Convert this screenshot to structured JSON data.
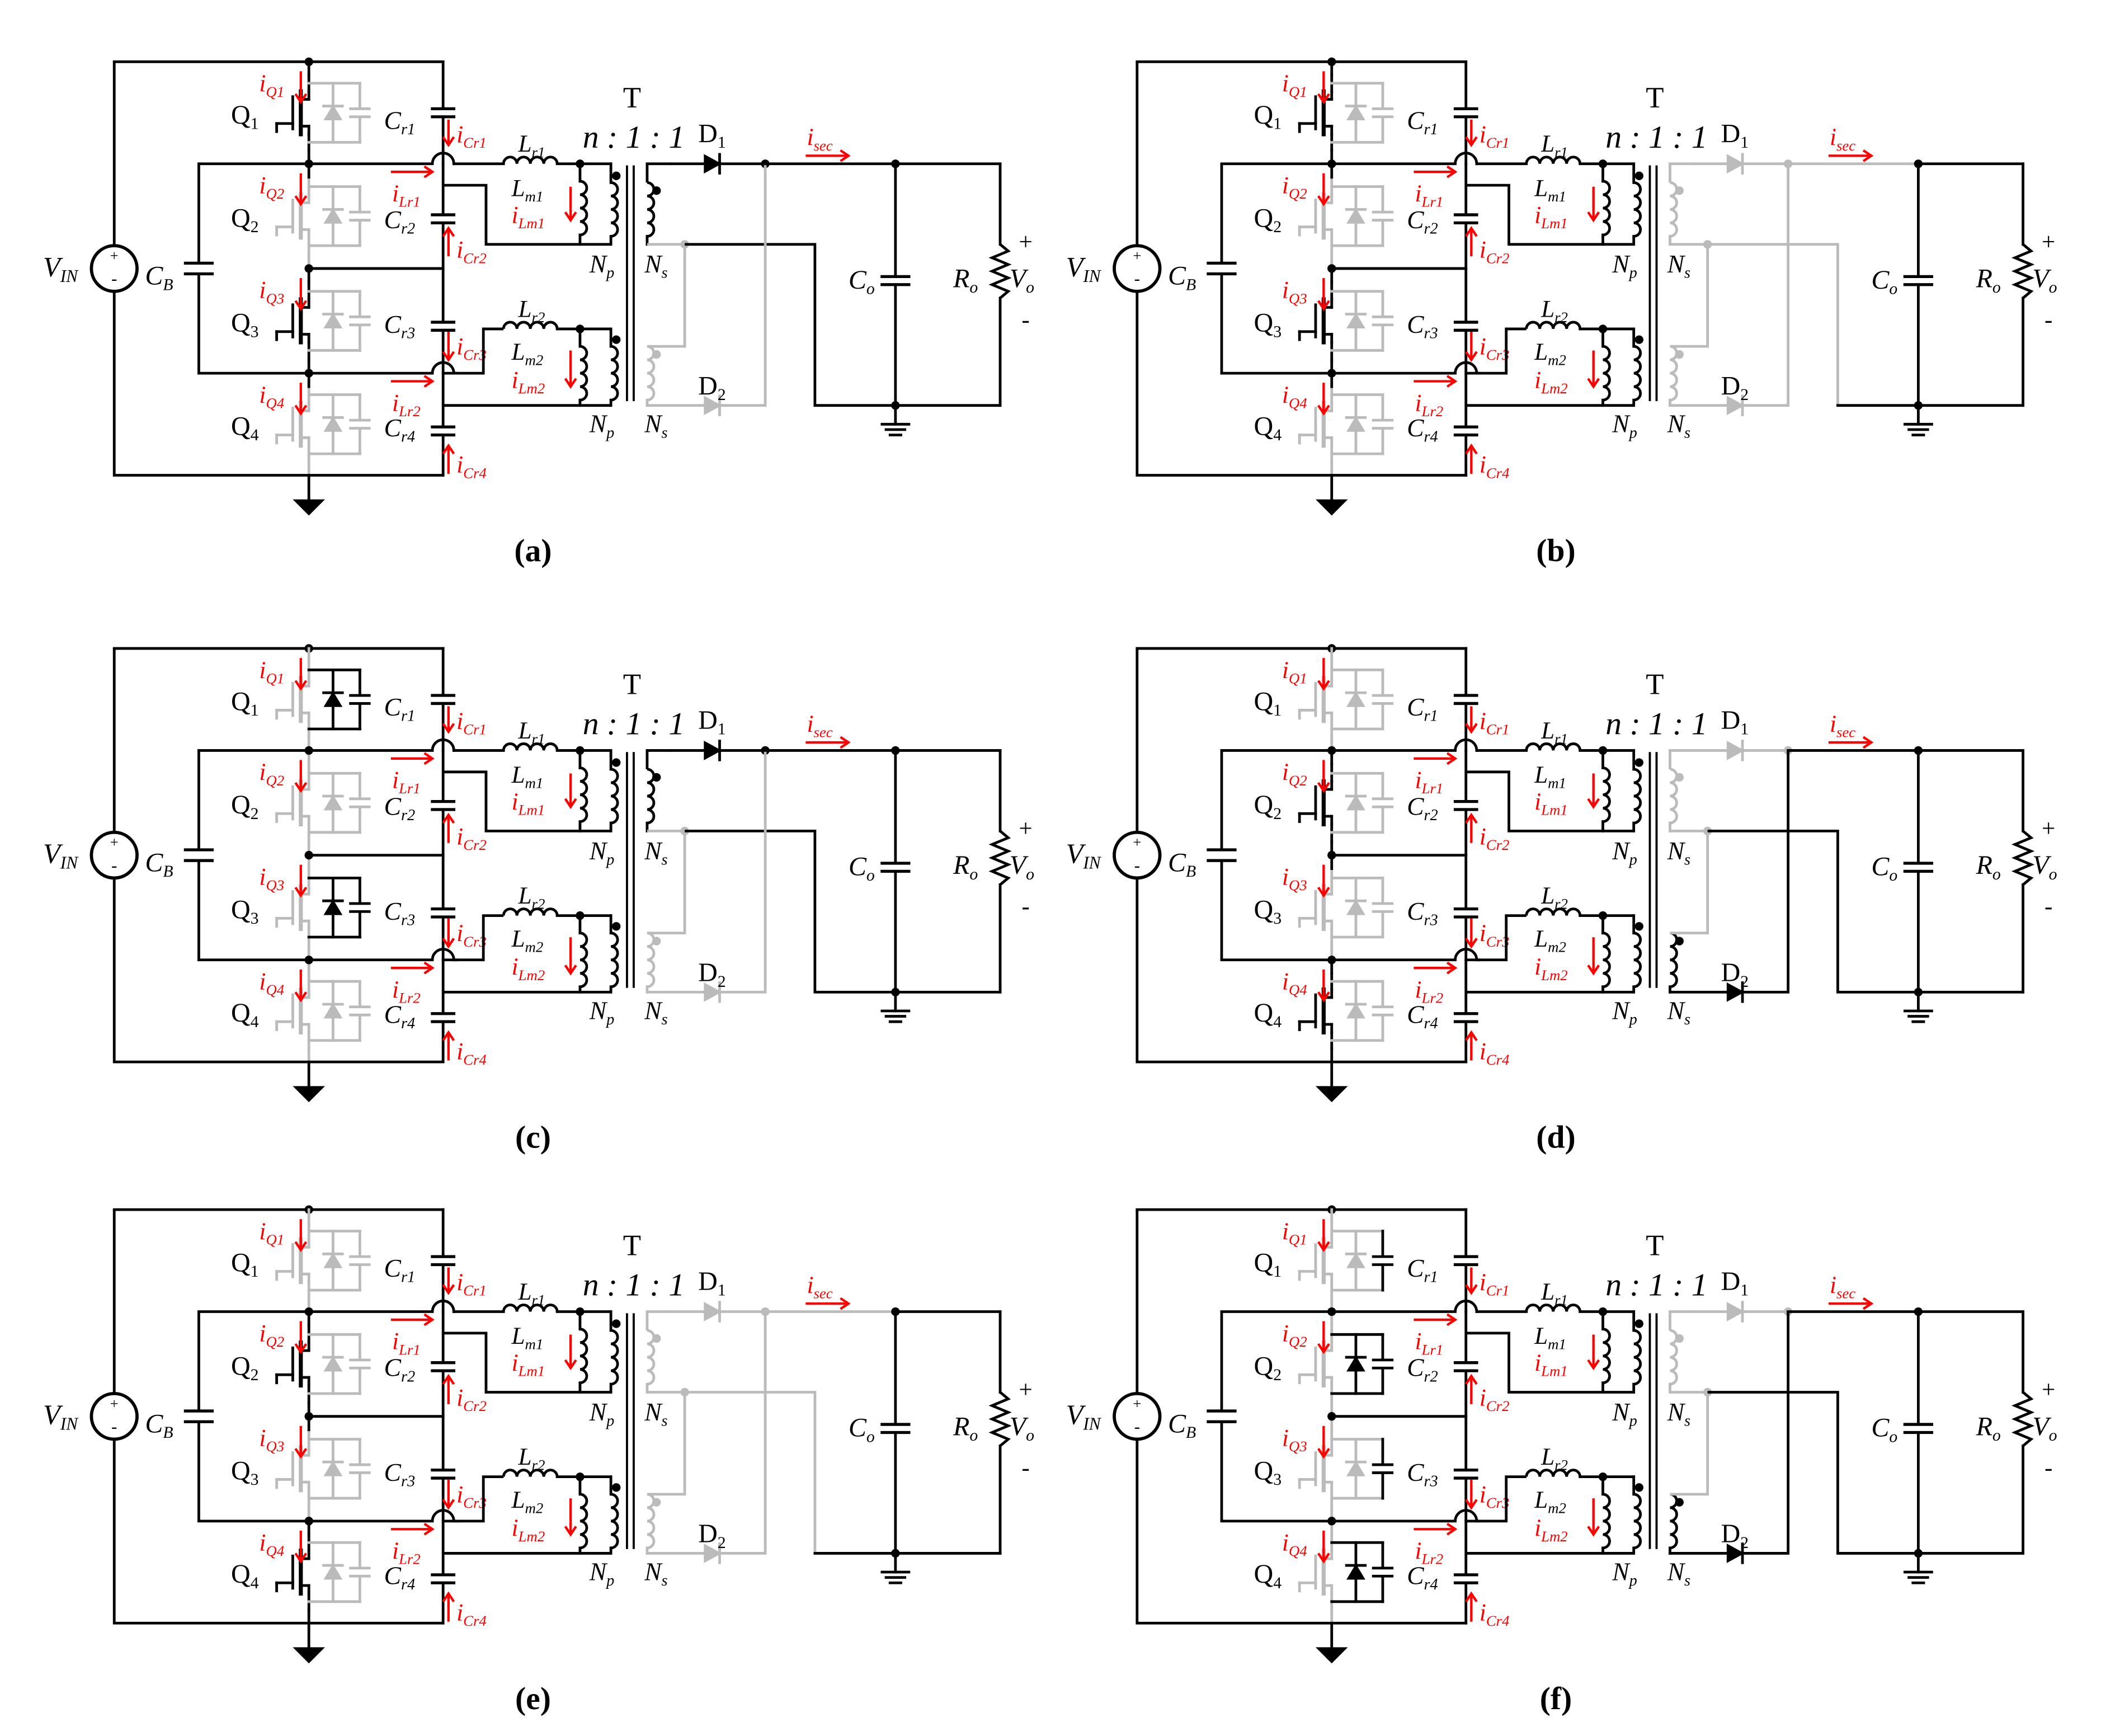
{
  "panels": [
    {
      "caption": "(a)",
      "state": {
        "Q1": true,
        "Q2": false,
        "Q3": true,
        "Q4": false,
        "D1": true,
        "D2": false,
        "Dq1": false,
        "Dq2": false,
        "Dq3": false,
        "Dq4": false,
        "cb12": false,
        "cb34": false,
        "ns1": true,
        "ns2": false
      }
    },
    {
      "caption": "(b)",
      "state": {
        "Q1": true,
        "Q2": false,
        "Q3": true,
        "Q4": false,
        "D1": false,
        "D2": false,
        "Dq1": false,
        "Dq2": false,
        "Dq3": false,
        "Dq4": false,
        "cb12": false,
        "cb34": false,
        "ns1": false,
        "ns2": false
      }
    },
    {
      "caption": "(c)",
      "state": {
        "Q1": false,
        "Q2": false,
        "Q3": false,
        "Q4": false,
        "D1": true,
        "D2": false,
        "Dq1": true,
        "Dq2": false,
        "Dq3": true,
        "Dq4": false,
        "cb12": true,
        "cb34": true,
        "ns1": true,
        "ns2": false
      }
    },
    {
      "caption": "(d)",
      "state": {
        "Q1": false,
        "Q2": true,
        "Q3": false,
        "Q4": true,
        "D1": false,
        "D2": true,
        "Dq1": false,
        "Dq2": false,
        "Dq3": false,
        "Dq4": false,
        "cb12": false,
        "cb34": false,
        "ns1": false,
        "ns2": true
      }
    },
    {
      "caption": "(e)",
      "state": {
        "Q1": false,
        "Q2": true,
        "Q3": false,
        "Q4": true,
        "D1": false,
        "D2": false,
        "Dq1": false,
        "Dq2": false,
        "Dq3": false,
        "Dq4": false,
        "cb12": false,
        "cb34": false,
        "ns1": false,
        "ns2": false
      }
    },
    {
      "caption": "(f)",
      "state": {
        "Q1": false,
        "Q2": false,
        "Q3": false,
        "Q4": false,
        "D1": false,
        "D2": true,
        "Dq1": false,
        "Dq2": true,
        "Dq3": false,
        "Dq4": true,
        "cb12": true,
        "cb34": true,
        "ns1": false,
        "ns2": true
      }
    }
  ],
  "labels": {
    "vin": [
      "V",
      "IN"
    ],
    "cb": [
      "C",
      "B"
    ],
    "q": [
      [
        "Q",
        "1"
      ],
      [
        "Q",
        "2"
      ],
      [
        "Q",
        "3"
      ],
      [
        "Q",
        "4"
      ]
    ],
    "cr": [
      [
        "C",
        "r1"
      ],
      [
        "C",
        "r2"
      ],
      [
        "C",
        "r3"
      ],
      [
        "C",
        "r4"
      ]
    ],
    "iq": [
      [
        "i",
        "Q1"
      ],
      [
        "i",
        "Q2"
      ],
      [
        "i",
        "Q3"
      ],
      [
        "i",
        "Q4"
      ]
    ],
    "icr": [
      [
        "i",
        "Cr1"
      ],
      [
        "i",
        "Cr2"
      ],
      [
        "i",
        "Cr3"
      ],
      [
        "i",
        "Cr4"
      ]
    ],
    "ilr": [
      [
        "i",
        "Lr1"
      ],
      [
        "i",
        "Lr2"
      ]
    ],
    "lr": [
      [
        "L",
        "r1"
      ],
      [
        "L",
        "r2"
      ]
    ],
    "lm": [
      [
        "L",
        "m1"
      ],
      [
        "L",
        "m2"
      ]
    ],
    "ilm": [
      [
        "i",
        "Lm1"
      ],
      [
        "i",
        "Lm2"
      ]
    ],
    "np": [
      "N",
      "p"
    ],
    "ns": [
      "N",
      "s"
    ],
    "t": "T",
    "ratio": "n : 1 : 1",
    "d": [
      [
        "D",
        "1"
      ],
      [
        "D",
        "2"
      ]
    ],
    "isec": [
      "i",
      "sec"
    ],
    "co": [
      "C",
      "o"
    ],
    "ro": [
      "R",
      "o"
    ],
    "vo": [
      "V",
      "o"
    ],
    "plus": "+",
    "minus": "-"
  },
  "colors": {
    "active": "#000000",
    "inactive": "#bbbbbb",
    "current": "#ff0000"
  }
}
